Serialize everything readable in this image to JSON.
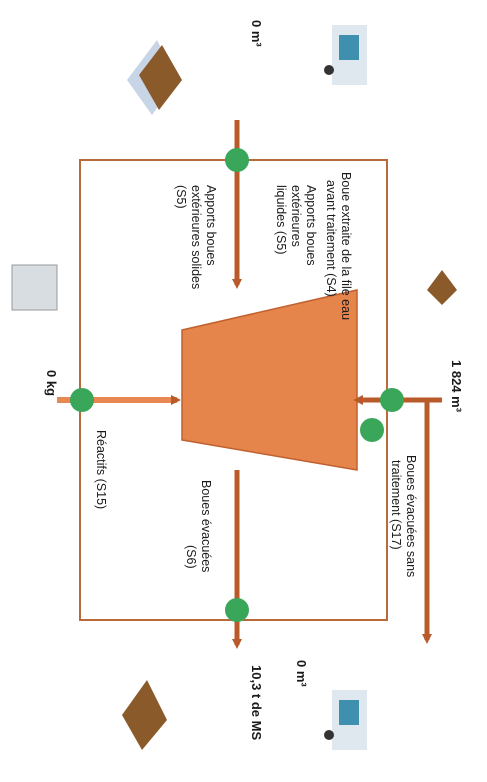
{
  "colors": {
    "flow": "#b85a2a",
    "flow_light": "#e8874f",
    "node": "#3aa65a",
    "frame": "#b86a3a",
    "machine": "#e5854c",
    "sludge": "#8b5a2b",
    "truck": "#3f8fae"
  },
  "icons": [
    "sludge-block-icon",
    "truck-icon",
    "chemical-container-icon"
  ],
  "flows": {
    "s4": {
      "value": "1 824 m³",
      "label_lines": [
        "Boue extraite de la file eau",
        "avant traitement (S4)"
      ]
    },
    "s5_liquid": {
      "value": "0 m³",
      "label_lines": [
        "Apports boues",
        "extérieures",
        "liquides (S5)"
      ]
    },
    "s5_solid": {
      "label_lines": [
        "Apports boues",
        "extérieures solides",
        "(S5)"
      ]
    },
    "s15": {
      "value": "0 kg",
      "label": "Réactifs (S15)"
    },
    "s17": {
      "value": "0 m³",
      "label_lines": [
        "Boues évacuées sans",
        "traitement (S17)"
      ]
    },
    "s6": {
      "value": "10,3 t de MS",
      "label_lines": [
        "Boues évacuées",
        "(S6)"
      ]
    }
  }
}
